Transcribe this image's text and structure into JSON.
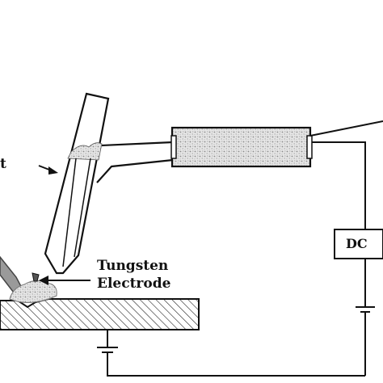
{
  "labels": {
    "nozzle_partial": "t",
    "electrode_line1": "Tungsten",
    "electrode_line2": "Electrode",
    "power_source": "DC"
  }
}
